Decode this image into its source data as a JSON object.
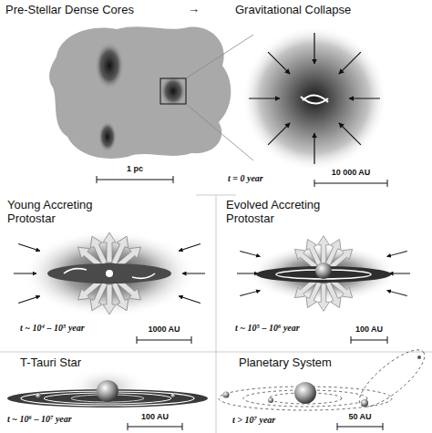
{
  "diagram": {
    "labels": [
      "Pre-Stellar Dense Cores",
      "→",
      "Gravitational Collapse",
      "1 pc",
      "t = 0 year",
      "10 000 AU",
      "Young Accreting Protostar",
      "Evolved Accreting Protostar",
      "t ~ 10⁴ – 10⁵ year",
      "1000 AU",
      "t ~ 10⁵ – 10⁶ year",
      "100 AU",
      "T-Tauri Star",
      "Planetary System",
      "t ~ 10⁶ – 10⁷ year",
      "100 AU",
      "t > 10⁷ year",
      "50 AU"
    ]
  }
}
